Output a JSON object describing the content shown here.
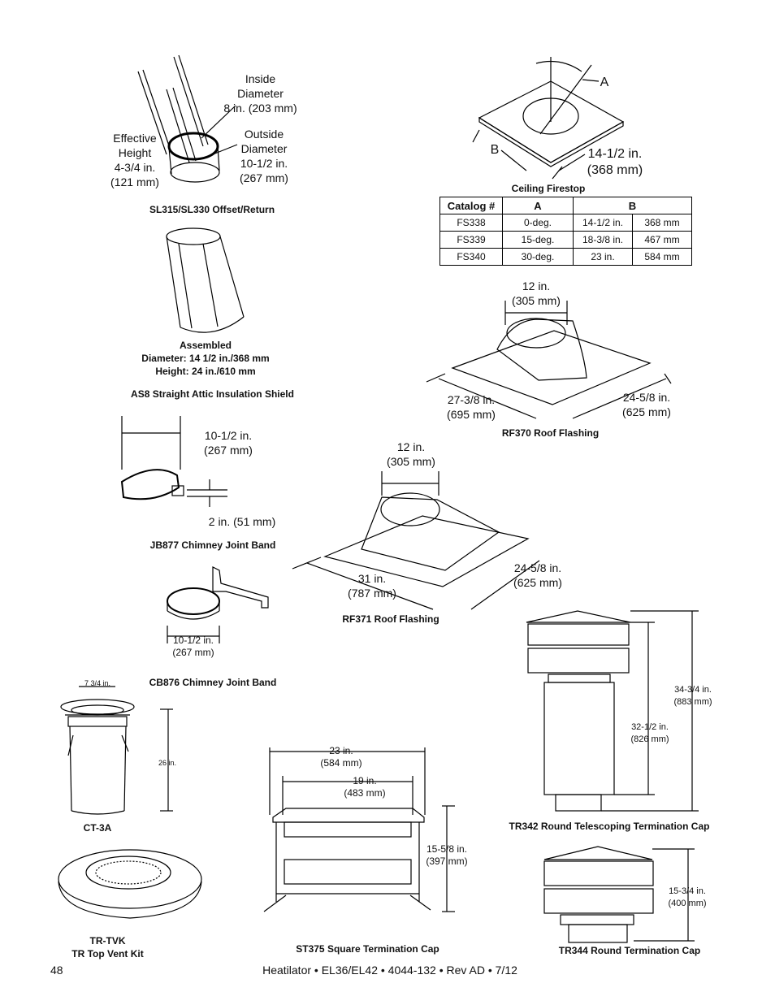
{
  "sl315": {
    "inside_diameter": "Inside\nDiameter\n8 in. (203 mm)",
    "outside_diameter": "Outside\nDiameter\n10-1/2 in.\n(267 mm)",
    "effective_height": "Effective\nHeight\n4-3/4 in.\n(121 mm)",
    "caption": "SL315/SL330 Offset/Return"
  },
  "as8": {
    "caption_assembled": "Assembled\nDiameter: 14 1/2 in./368 mm\nHeight: 24 in./610 mm",
    "caption": "AS8 Straight Attic Insulation Shield"
  },
  "firestop": {
    "label_a": "A",
    "label_b": "B",
    "dimension": "14-1/2 in.\n(368 mm)",
    "caption": "Ceiling Firestop",
    "table": {
      "headers": [
        "Catalog #",
        "A",
        "B"
      ],
      "rows": [
        [
          "FS338",
          "0-deg.",
          "14-1/2 in.",
          "368 mm"
        ],
        [
          "FS339",
          "15-deg.",
          "18-3/8 in.",
          "467 mm"
        ],
        [
          "FS340",
          "30-deg.",
          "23 in.",
          "584 mm"
        ]
      ]
    }
  },
  "rf370": {
    "top": "12 in.\n(305 mm)",
    "left": "27-3/8 in.\n(695 mm)",
    "right": "24-5/8 in.\n(625 mm)",
    "caption": "RF370 Roof Flashing"
  },
  "jb877": {
    "width": "10-1/2 in.\n(267 mm)",
    "height": "2 in. (51 mm)",
    "caption": "JB877 Chimney Joint Band"
  },
  "rf371": {
    "top": "12 in.\n(305 mm)",
    "left": "31 in.\n(787 mm)",
    "right": "24-5/8 in.\n(625 mm)",
    "caption": "RF371 Roof Flashing"
  },
  "cb876": {
    "width": "10-1/2 in.\n(267 mm)",
    "caption": "CB876 Chimney Joint Band"
  },
  "ct3a": {
    "top": "7 3/4 in.",
    "height": "26 in.",
    "caption": "CT-3A"
  },
  "trtvk": {
    "caption": "TR-TVK\nTR Top Vent Kit"
  },
  "st375": {
    "outer": "23 in.\n(584 mm)",
    "inner": "19 in.\n(483 mm)",
    "height": "15-5/8 in.\n(397 mm)",
    "caption": "ST375 Square Termination Cap"
  },
  "tr342": {
    "total": "34-3/4 in.\n(883 mm)",
    "partial": "32-1/2 in.\n(826 mm)",
    "caption": "TR342 Round Telescoping Termination Cap"
  },
  "tr344": {
    "height": "15-3/4 in.\n(400 mm)",
    "caption": "TR344 Round Termination Cap"
  },
  "footer": {
    "page": "48",
    "doc": "Heatilator • EL36/EL42 • 4044-132 • Rev AD • 7/12"
  }
}
